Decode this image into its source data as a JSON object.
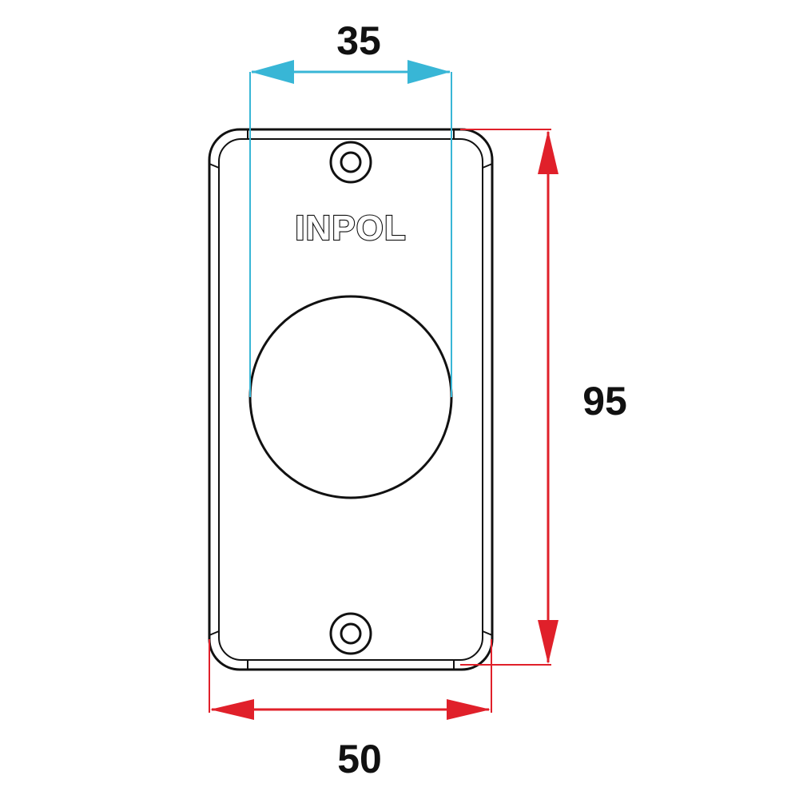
{
  "brand": {
    "logo_text": "INPOL"
  },
  "dimensions": {
    "button_width": "35",
    "plate_height": "95",
    "plate_width": "50"
  },
  "colors": {
    "button_dimension": "#38b6d6",
    "plate_dimension": "#e0202a",
    "outline": "#111111"
  }
}
